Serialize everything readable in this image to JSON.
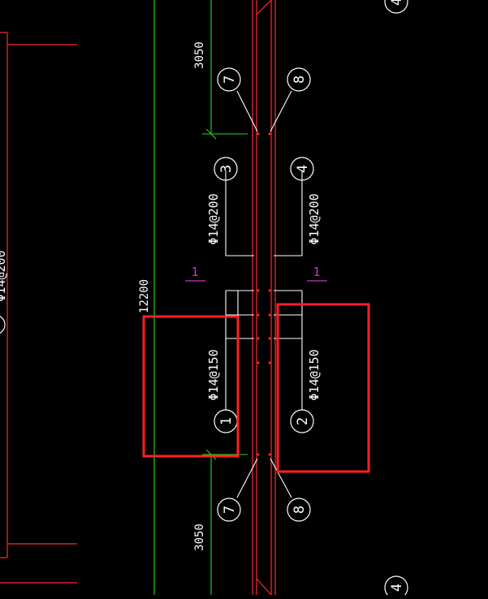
{
  "colors": {
    "background": "#000000",
    "wall": "#ff2b2b",
    "dim": "#22dd22",
    "line": "#ffffff",
    "section": "#cc33cc",
    "highlight": "#ff2020"
  },
  "dimensions": {
    "top_span": "3050",
    "bottom_span": "3050",
    "total_span": "12200"
  },
  "rebar_labels": {
    "left_upper": "Φ14@200",
    "right_upper": "Φ14@200",
    "left_lower": "Φ14@150",
    "right_lower": "Φ14@150",
    "far_left_partial": "Φ14@200"
  },
  "callouts": {
    "c7_top": "7",
    "c8_top": "8",
    "c3": "3",
    "c4": "4",
    "c1": "1",
    "c2": "2",
    "c7_bottom": "7",
    "c8_bottom": "8",
    "c4_corner_top": "4",
    "c4_corner_bottom": "4"
  },
  "section_marks": {
    "left": "1",
    "right": "1"
  }
}
